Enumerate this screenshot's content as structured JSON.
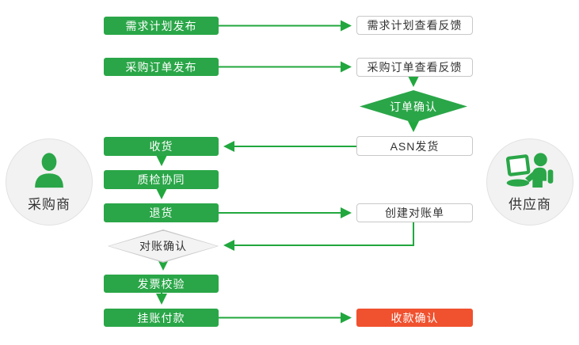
{
  "colors": {
    "green": "#2aa648",
    "line_green": "#21a73e",
    "red": "#f0512f",
    "box_text_dark": "#333333",
    "white_box_border": "#c8c8c8",
    "diamond_gray_fill": "#f3f3f3",
    "circle_fill": "#f2f2f2"
  },
  "actors": {
    "buyer": {
      "label": "采购商",
      "icon": "person-bust-icon"
    },
    "supplier": {
      "label": "供应商",
      "icon": "person-with-laptop-icon"
    }
  },
  "buyer_lane": {
    "demand_plan_publish": "需求计划发布",
    "purchase_order_publish": "采购订单发布",
    "receiving": "收货",
    "quality_inspection": "质检协同",
    "return_goods": "退货",
    "reconciliation_confirm": "对账确认",
    "invoice_verification": "发票校验",
    "account_payment": "挂账付款"
  },
  "supplier_lane": {
    "demand_plan_feedback": "需求计划查看反馈",
    "purchase_order_feedback": "采购订单查看反馈",
    "order_confirm": "订单确认",
    "asn_shipping": "ASN发货",
    "create_statement": "创建对账单",
    "payment_confirm": "收款确认"
  }
}
